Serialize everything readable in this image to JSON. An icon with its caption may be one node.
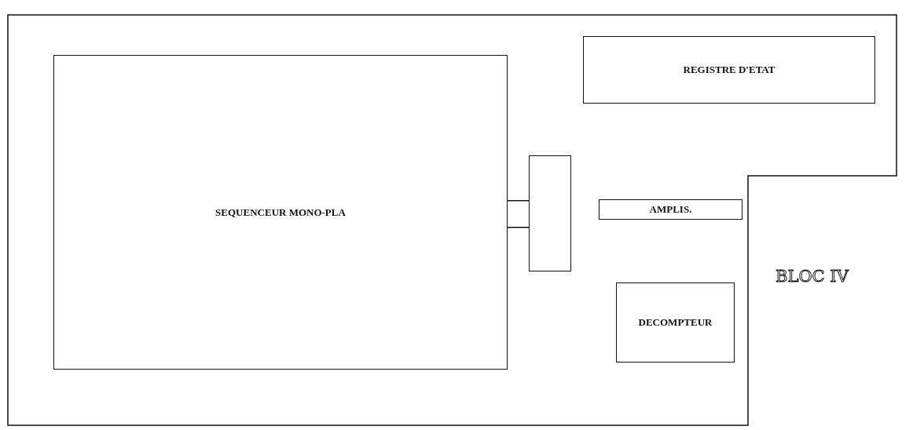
{
  "diagram": {
    "nodes": [
      {
        "text": [
          "BLOC IV"
        ]
      },
      {
        "text": [
          "SEQUENCEUR MONO-PLA"
        ],
        "in": 0
      },
      {
        "text": [],
        "shape": "box",
        "in": 0
      },
      {
        "text": [
          "REGISTRE D'ETAT"
        ],
        "in": 0
      },
      {
        "text": [
          "AMPLIS."
        ],
        "in": 0
      },
      {
        "text": [
          "DECOMPTEUR"
        ],
        "in": 0
      }
    ],
    "edges": [
      {
        "from": 1,
        "to": 2,
        "arrow": "none"
      },
      {
        "from": 1,
        "to": 2,
        "arrow": "none"
      }
    ]
  }
}
